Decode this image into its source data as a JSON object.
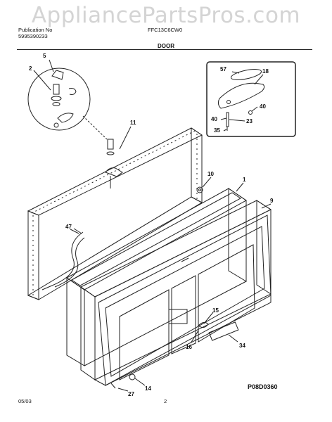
{
  "watermark": "AppliancePartsPros.com",
  "header": {
    "publication_label": "Publication No",
    "publication_number": "5995390233",
    "model": "FFC13C6CW0"
  },
  "section_title": "DOOR",
  "callouts": [
    {
      "id": "5",
      "text": "5"
    },
    {
      "id": "2",
      "text": "2"
    },
    {
      "id": "11",
      "text": "11"
    },
    {
      "id": "10",
      "text": "10"
    },
    {
      "id": "1",
      "text": "1"
    },
    {
      "id": "9",
      "text": "9"
    },
    {
      "id": "47",
      "text": "47"
    },
    {
      "id": "15",
      "text": "15"
    },
    {
      "id": "16",
      "text": "16"
    },
    {
      "id": "34",
      "text": "34"
    },
    {
      "id": "14",
      "text": "14"
    },
    {
      "id": "27",
      "text": "27"
    },
    {
      "id": "57",
      "text": "57"
    },
    {
      "id": "18",
      "text": "18"
    },
    {
      "id": "40a",
      "text": "40"
    },
    {
      "id": "40b",
      "text": "40"
    },
    {
      "id": "23",
      "text": "23"
    },
    {
      "id": "35",
      "text": "35"
    }
  ],
  "diagram_id": "P08D0360",
  "footer": {
    "date": "05/03",
    "page": "2"
  }
}
